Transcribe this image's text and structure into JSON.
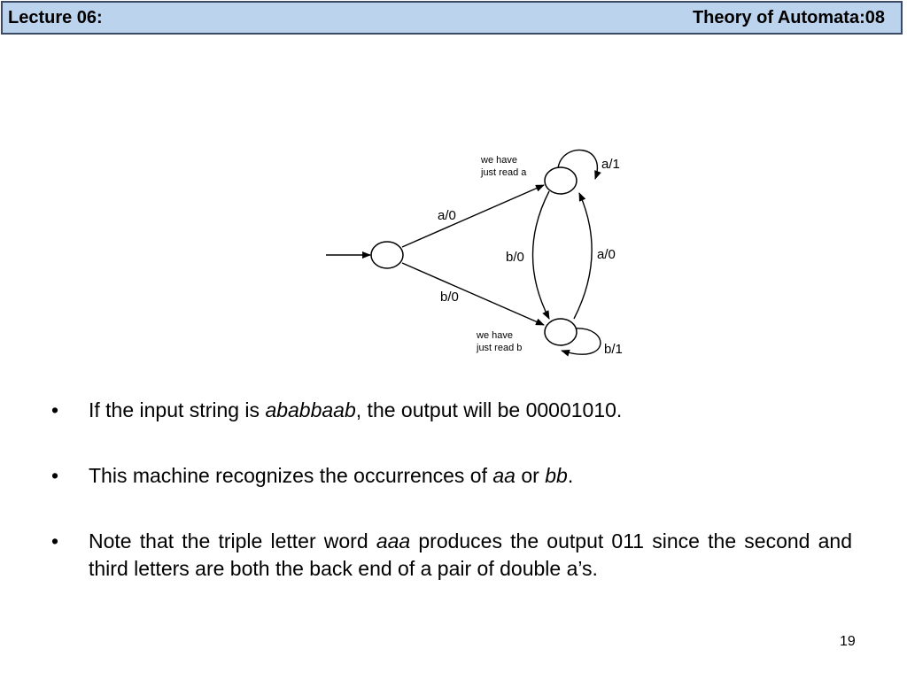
{
  "header": {
    "left_title": "Lecture 06:",
    "right_title": "Theory of Automata:08"
  },
  "diagram": {
    "states": [
      {
        "id": "start",
        "note": ""
      },
      {
        "id": "read_a",
        "note_line1": "we have",
        "note_line2": "just read a"
      },
      {
        "id": "read_b",
        "note_line1": "we have",
        "note_line2": "just read b"
      }
    ],
    "transitions": {
      "start_to_a": "a/0",
      "start_to_b": "b/0",
      "a_loop": "a/1",
      "b_loop": "b/1",
      "a_to_b": "b/0",
      "b_to_a": "a/0"
    }
  },
  "bullets": [
    {
      "bullet": "•",
      "parts": [
        "If the input string is ",
        "ababbaab",
        ", the output will be 00001010."
      ]
    },
    {
      "bullet": "•",
      "parts": [
        "This machine recognizes the occurrences of ",
        "aa",
        " or ",
        "bb",
        "."
      ]
    },
    {
      "bullet": "•",
      "parts": [
        "Note that the triple letter word ",
        "aaa",
        " produces the output 011 since the second and third letters are both the back end of a pair of double a’s."
      ]
    }
  ],
  "page_number": "19"
}
